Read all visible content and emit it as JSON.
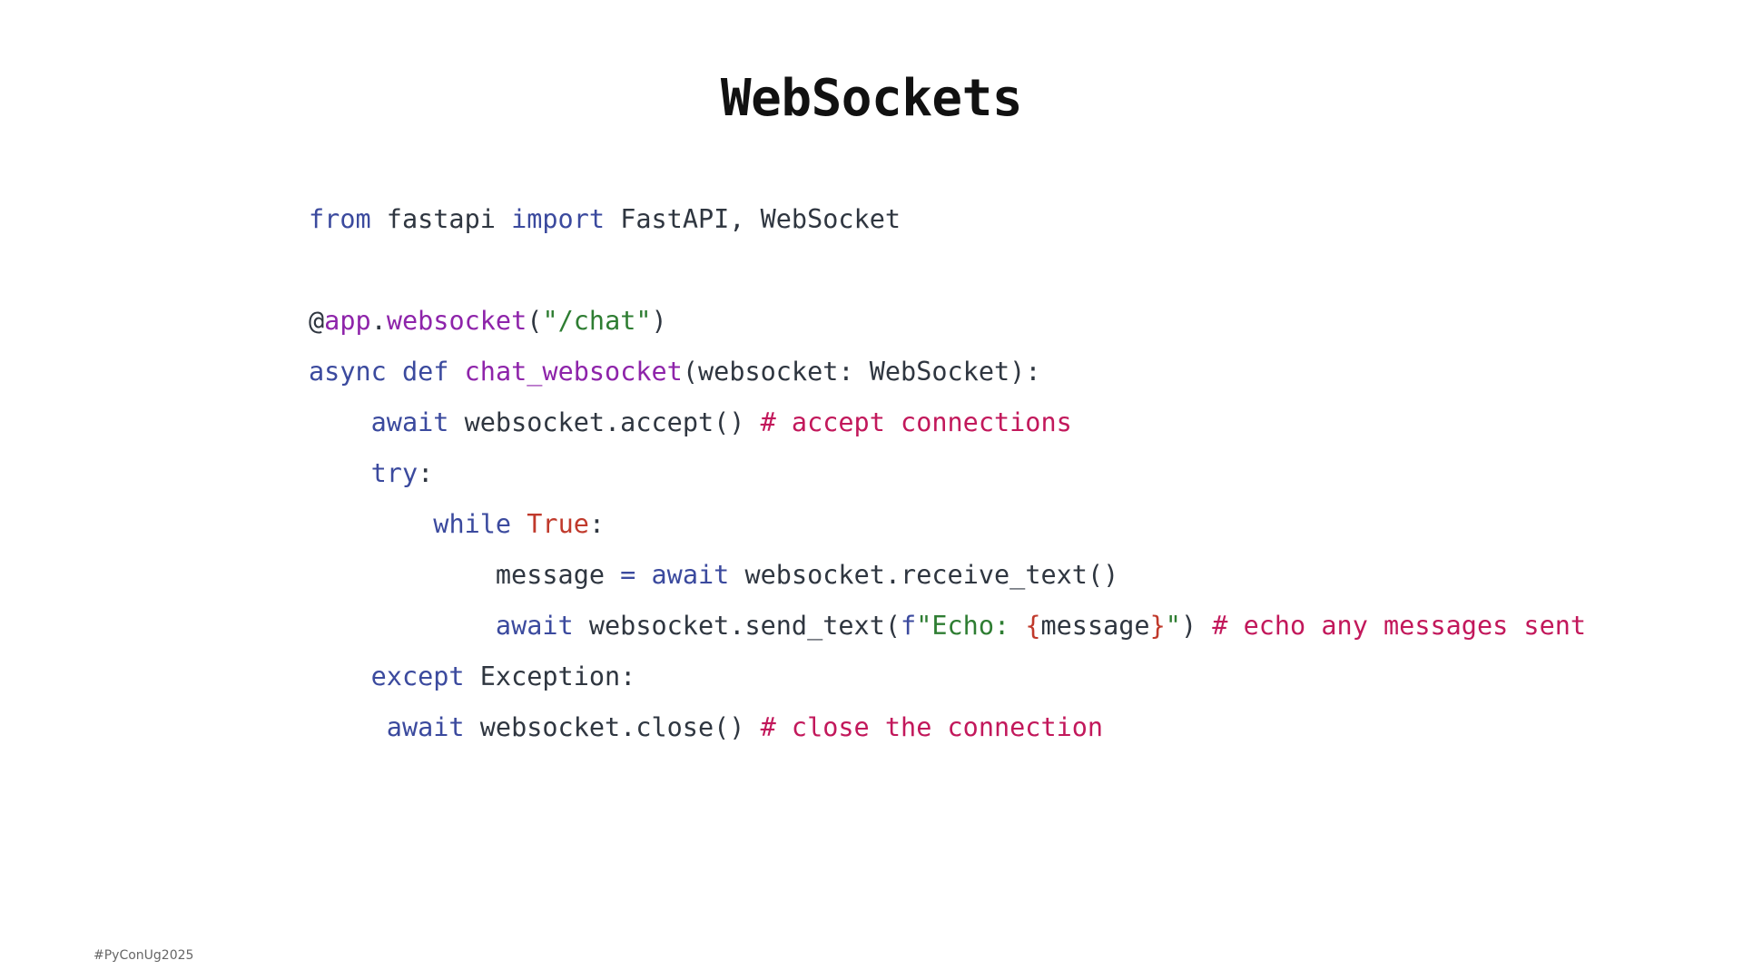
{
  "slide": {
    "title": "WebSockets",
    "footer": "#PyConUg2025"
  },
  "colors": {
    "keyword": "#3b4a9e",
    "function": "#8e24aa",
    "string": "#2e7d32",
    "comment": "#c2185b",
    "constant": "#c0392b",
    "plain": "#2f3640"
  },
  "code": {
    "language": "python",
    "lines": [
      [
        {
          "t": "from",
          "k": "kw"
        },
        {
          "t": " fastapi ",
          "k": "plain"
        },
        {
          "t": "import",
          "k": "kw"
        },
        {
          "t": " FastAPI, WebSocket",
          "k": "plain"
        }
      ],
      [],
      [
        {
          "t": "@",
          "k": "plain"
        },
        {
          "t": "app",
          "k": "fn"
        },
        {
          "t": ".",
          "k": "plain"
        },
        {
          "t": "websocket",
          "k": "fn"
        },
        {
          "t": "(",
          "k": "plain"
        },
        {
          "t": "\"/chat\"",
          "k": "str"
        },
        {
          "t": ")",
          "k": "plain"
        }
      ],
      [
        {
          "t": "async",
          "k": "kw"
        },
        {
          "t": " ",
          "k": "plain"
        },
        {
          "t": "def",
          "k": "kw"
        },
        {
          "t": " ",
          "k": "plain"
        },
        {
          "t": "chat_websocket",
          "k": "fn"
        },
        {
          "t": "(websocket: WebSocket):",
          "k": "plain"
        }
      ],
      [
        {
          "t": "    ",
          "k": "plain"
        },
        {
          "t": "await",
          "k": "kw"
        },
        {
          "t": " websocket.accept() ",
          "k": "plain"
        },
        {
          "t": "# accept connections",
          "k": "cmt"
        }
      ],
      [
        {
          "t": "    ",
          "k": "plain"
        },
        {
          "t": "try",
          "k": "kw"
        },
        {
          "t": ":",
          "k": "plain"
        }
      ],
      [
        {
          "t": "        ",
          "k": "plain"
        },
        {
          "t": "while",
          "k": "kw"
        },
        {
          "t": " ",
          "k": "plain"
        },
        {
          "t": "True",
          "k": "const"
        },
        {
          "t": ":",
          "k": "plain"
        }
      ],
      [
        {
          "t": "            message ",
          "k": "plain"
        },
        {
          "t": "=",
          "k": "kw"
        },
        {
          "t": " ",
          "k": "plain"
        },
        {
          "t": "await",
          "k": "kw"
        },
        {
          "t": " websocket.receive_text()",
          "k": "plain"
        }
      ],
      [
        {
          "t": "            ",
          "k": "plain"
        },
        {
          "t": "await",
          "k": "kw"
        },
        {
          "t": " websocket.send_text(",
          "k": "plain"
        },
        {
          "t": "f",
          "k": "kw"
        },
        {
          "t": "\"Echo: ",
          "k": "str"
        },
        {
          "t": "{",
          "k": "brace"
        },
        {
          "t": "message",
          "k": "plain"
        },
        {
          "t": "}",
          "k": "brace"
        },
        {
          "t": "\"",
          "k": "str"
        },
        {
          "t": ") ",
          "k": "plain"
        },
        {
          "t": "# echo any messages sent",
          "k": "cmt"
        }
      ],
      [
        {
          "t": "    ",
          "k": "plain"
        },
        {
          "t": "except",
          "k": "kw"
        },
        {
          "t": " Exception:",
          "k": "plain"
        }
      ],
      [
        {
          "t": "     ",
          "k": "plain"
        },
        {
          "t": "await",
          "k": "kw"
        },
        {
          "t": " websocket.close() ",
          "k": "plain"
        },
        {
          "t": "# close the connection",
          "k": "cmt"
        }
      ]
    ]
  }
}
